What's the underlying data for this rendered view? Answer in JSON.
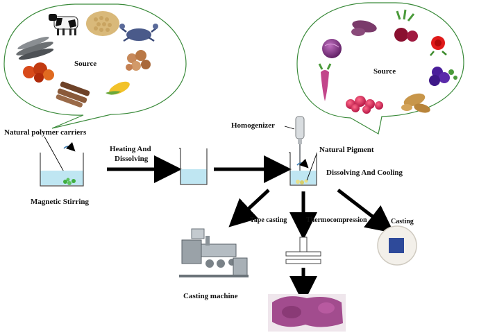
{
  "labels": {
    "source_left": "Source",
    "source_right": "Source",
    "carriers": "Natural polymer carriers",
    "heating_1": "Heating And",
    "heating_2": "Dissolving",
    "magnetic": "Magnetic Stirring",
    "homogenizer": "Homogenizer",
    "pigment": "Natural Pigment",
    "dissolving_cooling": "Dissolving And  Cooling",
    "tape_casting": "Tape casting",
    "thermocompression": "Thermocompression",
    "casting": "Casting",
    "casting_machine": "Casting machine"
  },
  "icons": {
    "left_sources": [
      "cow-icon",
      "soybeans-icon",
      "fish-icon",
      "crab-icon",
      "palm-fruit-icon",
      "gelatin-icon",
      "sugarcane-icon",
      "corn-icon"
    ],
    "right_sources": [
      "red-cabbage-icon",
      "sweet-potato-icon",
      "beetroot-icon",
      "rose-icon",
      "radish-icon",
      "purple-flower-icon",
      "raspberry-icon",
      "ginger-icon"
    ]
  },
  "colors": {
    "bubble_border": "#3a8a3a",
    "arrow": "#000000",
    "water": "#bfe6f2",
    "film_purple": "#a24c8e",
    "film_blue": "#2e4a9a"
  }
}
